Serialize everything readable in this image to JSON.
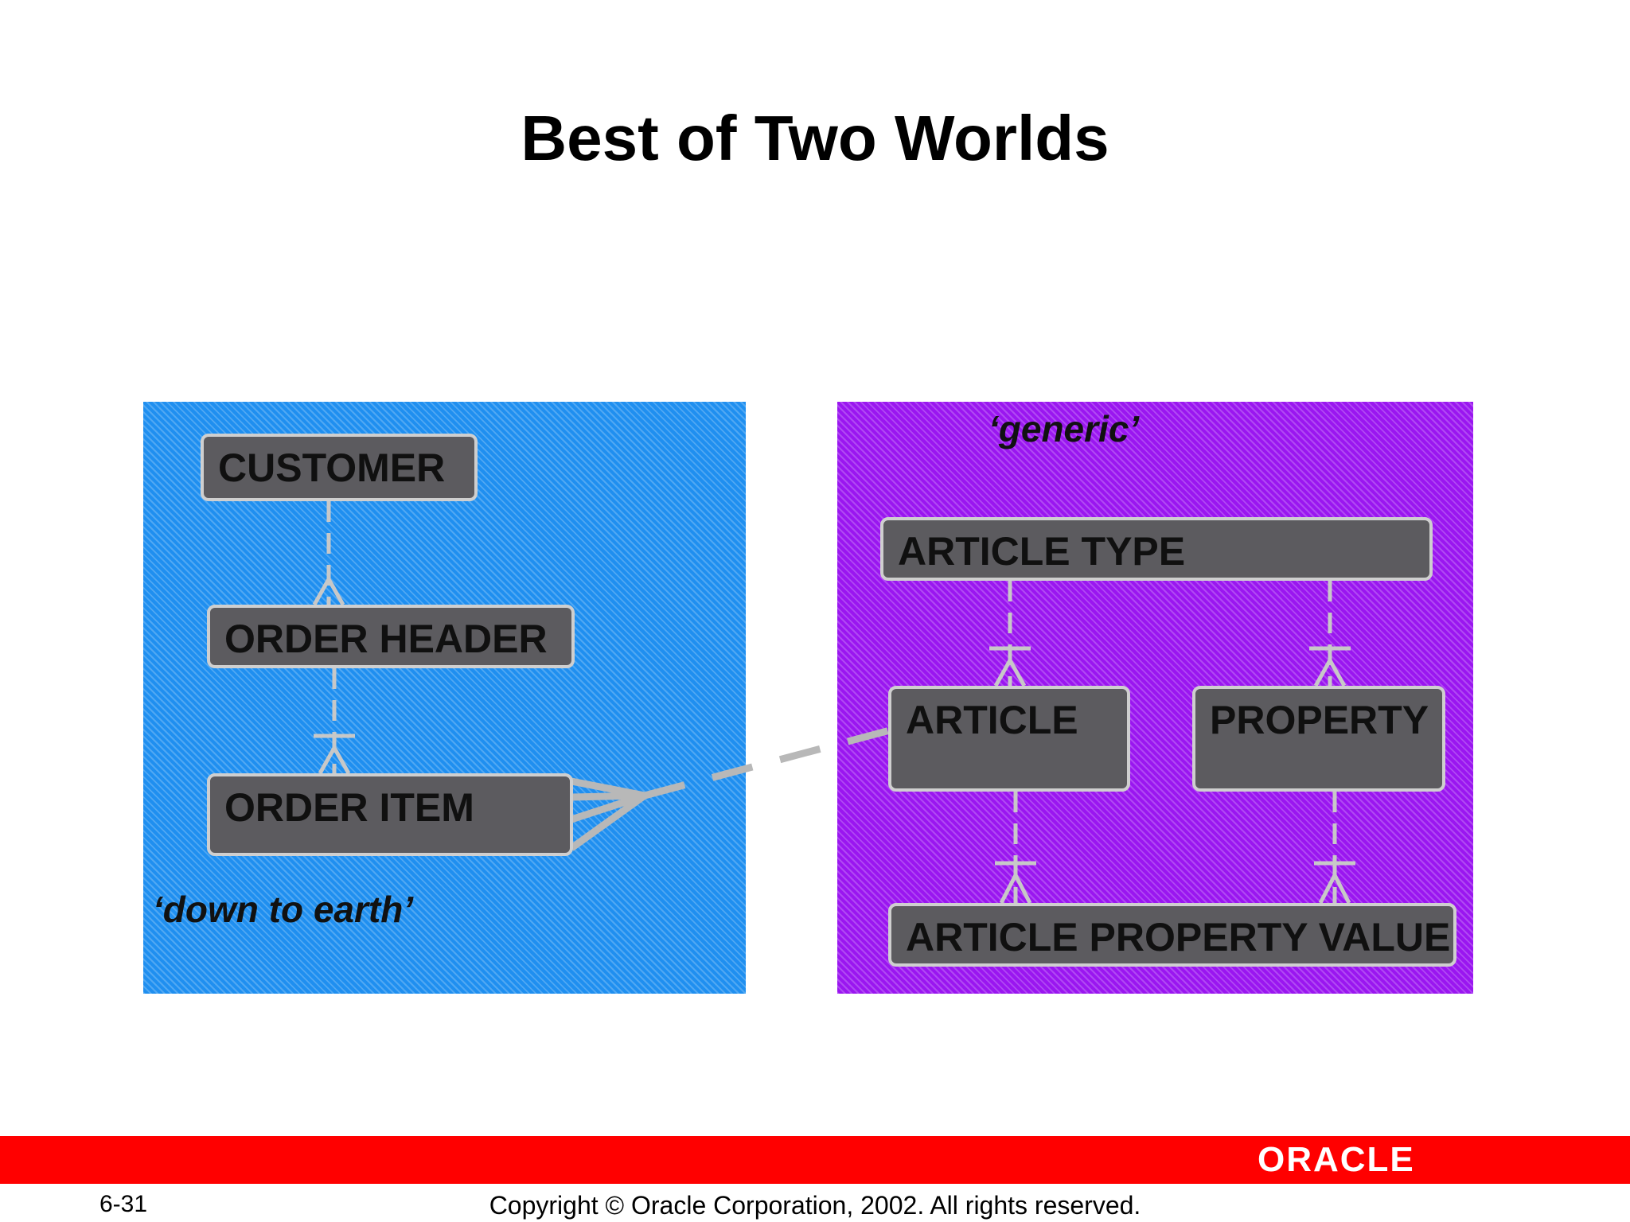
{
  "slide": {
    "title": "Best of Two Worlds"
  },
  "left_panel": {
    "entities": {
      "customer": "CUSTOMER",
      "order_header": "ORDER HEADER",
      "order_item": "ORDER ITEM"
    },
    "caption": "‘down to earth’",
    "color": "#1f8ff0"
  },
  "right_panel": {
    "caption": "‘generic’",
    "entities": {
      "article_type": "ARTICLE TYPE",
      "article": "ARTICLE",
      "property": "PROPERTY",
      "article_property_value": "ARTICLE PROPERTY VALUE"
    },
    "color": "#9a16f0"
  },
  "footer": {
    "logo": "ORACLE",
    "page_number": "6-31",
    "copyright": "Copyright © Oracle Corporation, 2002. All rights reserved.",
    "bar_color": "#ff0000"
  }
}
